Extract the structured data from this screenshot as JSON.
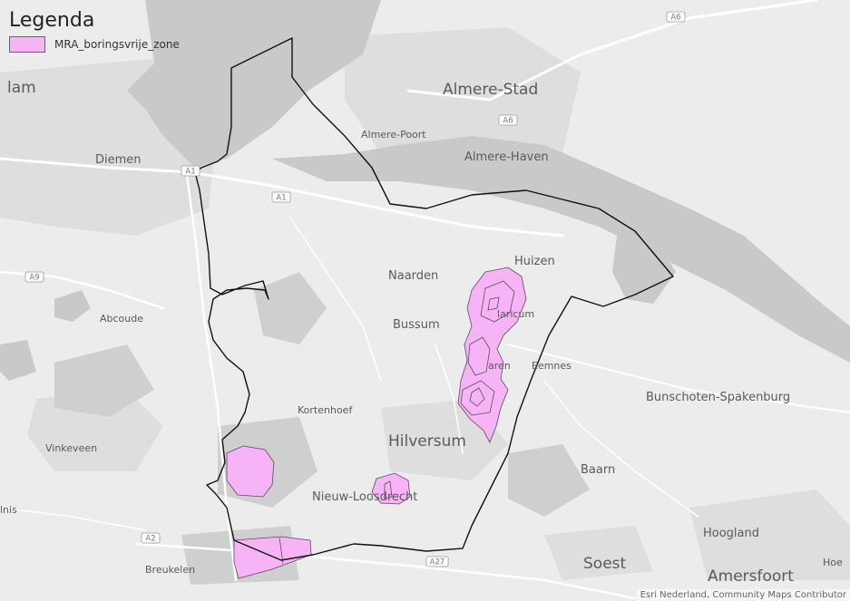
{
  "legend": {
    "title": "Legenda",
    "items": [
      {
        "label": "MRA_boringsvrije_zone",
        "color": "#f6b4f6"
      }
    ]
  },
  "places": {
    "lam": "lam",
    "almere_stad": "Almere-Stad",
    "almere_poort": "Almere-Poort",
    "almere_haven": "Almere-Haven",
    "diemen": "Diemen",
    "naarden": "Naarden",
    "huizen": "Huizen",
    "bussum": "Bussum",
    "laricum": "laricum",
    "abcoude": "Abcoude",
    "laren": "aren",
    "eemnes": "Eemnes",
    "bunschoten": "Bunschoten-Spakenburg",
    "kortenhoef": "Kortenhoef",
    "hilversum": "Hilversum",
    "vinkeveen": "Vinkeveen",
    "baarn": "Baarn",
    "nieuw_loosdrecht": "Nieuw-Loosdrecht",
    "lnis": "lnis",
    "hoogland": "Hoogland",
    "breukelen": "Breukelen",
    "soest": "Soest",
    "amersfoort": "Amersfoort",
    "hoe": "Hoe"
  },
  "roads": {
    "a6_top": "A6",
    "a6_mid": "A6",
    "a1_left": "A1",
    "a1_mid": "A1",
    "a9": "A9",
    "a2": "A2",
    "a27": "A27"
  },
  "colors": {
    "land": "#ececec",
    "water": "#c9c9cb",
    "urban": "#dcdcdc",
    "road": "#ffffff",
    "zone_fill": "#f6b4f6",
    "zone_stroke": "#5c4a5c",
    "boundary": "#111111"
  },
  "attribution": "Esri Nederland, Community Maps Contributor"
}
